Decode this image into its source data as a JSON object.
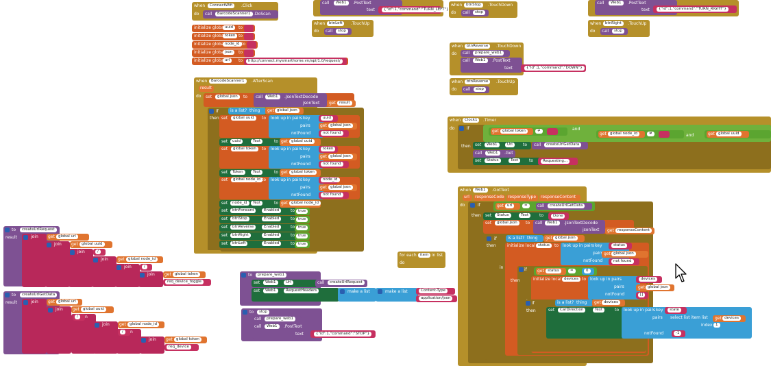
{
  "blocks": {
    "connectwifi": {
      "when": "when",
      "comp": "ConnectWifi",
      "event": ".Click",
      "do": "do",
      "call": "call",
      "target": "BarcodeScanner1",
      "method": ".DoScan"
    },
    "globals": [
      {
        "label": "initialize global",
        "name": "uuid",
        "to": "to",
        "val": ""
      },
      {
        "label": "initialize global",
        "name": "token",
        "to": "to",
        "val": ""
      },
      {
        "label": "initialize global",
        "name": "node_id",
        "to": "to",
        "val": ""
      },
      {
        "label": "initialize global",
        "name": "json",
        "to": "to",
        "val": ""
      },
      {
        "label": "initialize global",
        "name": "url",
        "to": "to",
        "val": "http://connect.mysmarthome.vn/api/1.0/request/"
      }
    ],
    "afterscan": {
      "when": "when",
      "comp": "BarcodeScanner1",
      "event": ".AfterScan",
      "result": "result",
      "do": "do",
      "set": "set",
      "gjson": "global json",
      "to": "to",
      "call": "call",
      "web": "Web1",
      "decode": ".JsonTextDecode",
      "jsonText": "jsonText",
      "get": "get",
      "getresult": "result",
      "if": "if",
      "isalist": "is a list?",
      "thing": "thing",
      "getgjson": "global json",
      "then": "then",
      "setuuid": "global uuid",
      "lookup": "look up in pairs",
      "key": "key",
      "uuidkey": "uuid",
      "pairs": "pairs",
      "notFound": "notFound",
      "notfoundval": "not found",
      "uuidtext": "uuid",
      "text": "Text",
      "getuuid": "global uuid",
      "settoken": "global token",
      "tokenkey": "token",
      "tokentext": "Token",
      "gettoken": "global token",
      "setnode": "global node_id",
      "nodekey": "node_id",
      "nodetext": "node_id",
      "getnode": "global node_id",
      "enabled": [
        {
          "comp": "btnForward",
          "prop": "Enabled",
          "val": "true"
        },
        {
          "comp": "btnStop",
          "prop": "Enabled",
          "val": "true"
        },
        {
          "comp": "btnReverse",
          "prop": "Enabled",
          "val": "true"
        },
        {
          "comp": "btnRight",
          "prop": "Enabled",
          "val": "true"
        },
        {
          "comp": "btnLeft",
          "prop": "Enabled",
          "val": "true"
        }
      ]
    },
    "top_mid": {
      "call": "call",
      "web": "Web1",
      "post": ".PostText",
      "text": "text",
      "val": "{\"id\":1,\"command\":\"TURN_LEFT\"}",
      "when": "when",
      "comp": "btnLeft",
      "touchup": ".TouchUp",
      "do": "do",
      "stop": "stop"
    },
    "top_right1": {
      "when": "when",
      "comp": "btnStop",
      "event": ".TouchDown",
      "do": "do",
      "call": "call",
      "stop": "stop"
    },
    "top_right2": {
      "call": "call",
      "web": "Web1",
      "post": ".PostText",
      "text": "text",
      "val": "{\"id\":1,\"command\":\"TURN_RIGHT\"}",
      "when": "when",
      "comp": "btnRight",
      "touchup": ".TouchUp",
      "do": "do",
      "stop": "stop"
    },
    "reverse_down": {
      "when": "when",
      "comp": "btnReverse",
      "event": ".TouchDown",
      "do": "do",
      "call": "call",
      "prep": "prepare_web1",
      "web": "Web1",
      "post": ".PostText",
      "text": "text",
      "val": "{\"id\":1,\"command\":\"DOWN\"}"
    },
    "reverse_up": {
      "when": "when",
      "comp": "btnReverse",
      "event": ".TouchUp",
      "do": "do",
      "call": "call",
      "stop": "stop"
    },
    "clock": {
      "when": "when",
      "comp": "Clock1",
      "event": ".Timer",
      "do": "do",
      "if": "if",
      "get": "get",
      "gtoken": "global token",
      "eq": "≠",
      "and": "and",
      "gnode": "global node_id",
      "guuid": "global uuid",
      "then": "then",
      "set": "set",
      "web": "Web1",
      "url": "Url",
      "to": "to",
      "call": "call",
      "create": "createUrlGetData",
      "get2": "Web1",
      "getm": ".Get",
      "status": "Status",
      "text": "Text",
      "requesting": "Requesting..."
    },
    "gottext": {
      "when": "when",
      "comp": "Web1",
      "event": ".GotText",
      "url": "url",
      "responseCode": "responseCode",
      "responseType": "responseType",
      "responseContent": "responseContent",
      "do": "do",
      "if": "if",
      "get": "get",
      "geturl": "url",
      "eq": "=",
      "call": "call",
      "create": "createUrlGetData",
      "then": "then",
      "set": "set",
      "status": "Status",
      "text": "Text",
      "done": "Done",
      "gjson": "global json",
      "to": "to",
      "web": "Web1",
      "decode": ".JsonTextDecode",
      "jsonText": "jsonText",
      "getrc": "responseContent",
      "isalist": "is a list?",
      "thing": "thing",
      "getgjson": "global json",
      "initlocal": "initialize local",
      "statusname": "status",
      "lookup": "look up in pairs",
      "key": "key",
      "statuskey": "status",
      "pairs": "pairs",
      "notFound": "notFound",
      "notfoundval": "not found",
      "in": "in",
      "getstatus": "status",
      "zero": "0",
      "devicesname": "devices",
      "deviceskey": "devices",
      "empty": "[]",
      "getdevices": "devices",
      "carDirection": "CarDirection",
      "statekey": "state",
      "selectlist": "select list item  list",
      "getdevices2": "devices",
      "index": "index",
      "one": "1",
      "minus": "-1"
    },
    "foreach": {
      "label": "for each",
      "item": "item",
      "inlist": "in list",
      "do": "do"
    },
    "createurlrequest": {
      "to": "to",
      "name": "createUrlRequest",
      "result": "result",
      "join": "join",
      "get": "get",
      "gurl": "global url",
      "guuid": "global uuid",
      "slash": "/",
      "gnode": "global node_id",
      "gtoken": "global token",
      "toggle": "req_device_toggle"
    },
    "createurlgetdata": {
      "to": "to",
      "name": "createUrlGetData",
      "result": "result",
      "join": "join",
      "get": "get",
      "gurl": "global url",
      "guuid": "global uuid",
      "slash": "/",
      "gnode": "global node_id",
      "gtoken": "global token",
      "reqdevice": "req_device"
    },
    "prepare": {
      "to": "to",
      "name": "prepare_web1",
      "set": "set",
      "web": "Web1",
      "url": "Url",
      "call": "call",
      "create": "createUrlRequest",
      "headers": "RequestHeaders",
      "makelist": "make a list",
      "ct": "Content-Type",
      "app": "application/json"
    },
    "stop": {
      "to": "to",
      "name": "stop",
      "call": "call",
      "prep": "prepare_web1",
      "web": "Web1",
      "post": ".PostText",
      "text": "text",
      "val": "{\"id\":1,\"command\":\"STOP\"}"
    }
  }
}
